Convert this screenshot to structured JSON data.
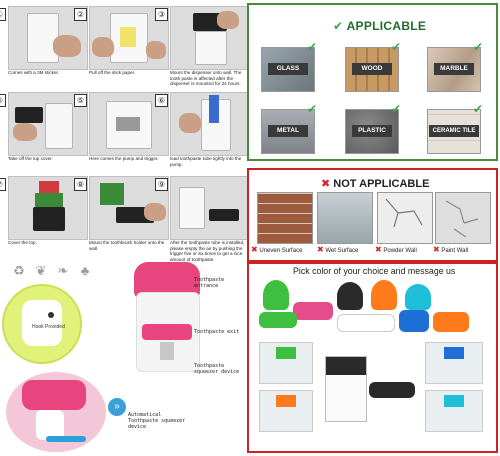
{
  "steps": [
    {
      "num": "①",
      "caption": "Comes with a 3M sticker."
    },
    {
      "num": "②",
      "caption": "Pull off the stick paper."
    },
    {
      "num": "③",
      "caption": "Mount the dispenser onto wall. The tooth paste is affected after the dispenser is mounted for 24 hours."
    },
    {
      "num": "④",
      "caption": "Take off the top cover."
    },
    {
      "num": "⑤",
      "caption": "Here comes the pump and trigger."
    },
    {
      "num": "⑥",
      "caption": "load toothpaste tube tightly into the pump."
    },
    {
      "num": "⑦",
      "caption": "Cover the top."
    },
    {
      "num": "⑧",
      "caption": "Mount the toothbrush holder onto the wall."
    },
    {
      "num": "⑨",
      "caption": "After the toothpaste tube is installed, please empty the air by pushing the trigger five or six times to get a nice amount of toothpaste."
    }
  ],
  "applicable": {
    "title": "APPLICABLE",
    "materials": [
      {
        "label": "GLASS",
        "color": "#7f8b93"
      },
      {
        "label": "WOOD",
        "color": "#b58a57"
      },
      {
        "label": "MARBLE",
        "color": "#c9b8a6"
      },
      {
        "label": "METAL",
        "color": "#8e9499"
      },
      {
        "label": "PLASTIC",
        "color": "#6f6f6f"
      },
      {
        "label": "CERAMIC TILE",
        "color": "#e1dcd3"
      }
    ]
  },
  "not_applicable": {
    "title": "NOT APPLICABLE",
    "surfaces": [
      {
        "label": "Uneven Surface",
        "color": "#9e5a3c"
      },
      {
        "label": "Wet Surface",
        "color": "#b9c3c7"
      },
      {
        "label": "Powder Wall",
        "color": "#e8e8e8"
      },
      {
        "label": "Paint Wall",
        "color": "#dcdcdc"
      }
    ]
  },
  "product": {
    "hook_label": "Hook Provided",
    "annotations": {
      "entrance": "Toothpaste entrance",
      "exit": "Toothpaste exit",
      "squeezer": "Toothpaste squeezer device",
      "auto": "Automatical Toothpaste squeezer device"
    },
    "eco_icons": [
      "recycle-icon",
      "bird-icon",
      "leaf-icon",
      "tree-icon"
    ]
  },
  "colors": {
    "title": "Pick color of your choice and message us",
    "options": [
      "#3fbf3f",
      "#e64c8a",
      "#2a2a2a",
      "#ff7a1a",
      "#1e6fd6",
      "#1ec0d8"
    ]
  }
}
